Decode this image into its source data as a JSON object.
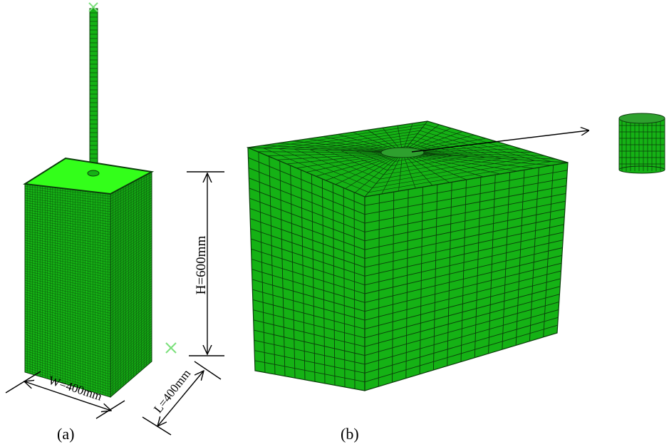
{
  "figure": {
    "dimensions": {
      "width_label": "W=400mm",
      "length_label": "L=400mm",
      "height_label": "H=600mm"
    },
    "captions": {
      "a": "(a)",
      "b": "(b)"
    },
    "colors": {
      "mesh_fill": "#15b215",
      "mesh_top_bright": "#33ff1a",
      "mesh_lines": "#0b3d0b",
      "marker": "#7be07b"
    }
  }
}
